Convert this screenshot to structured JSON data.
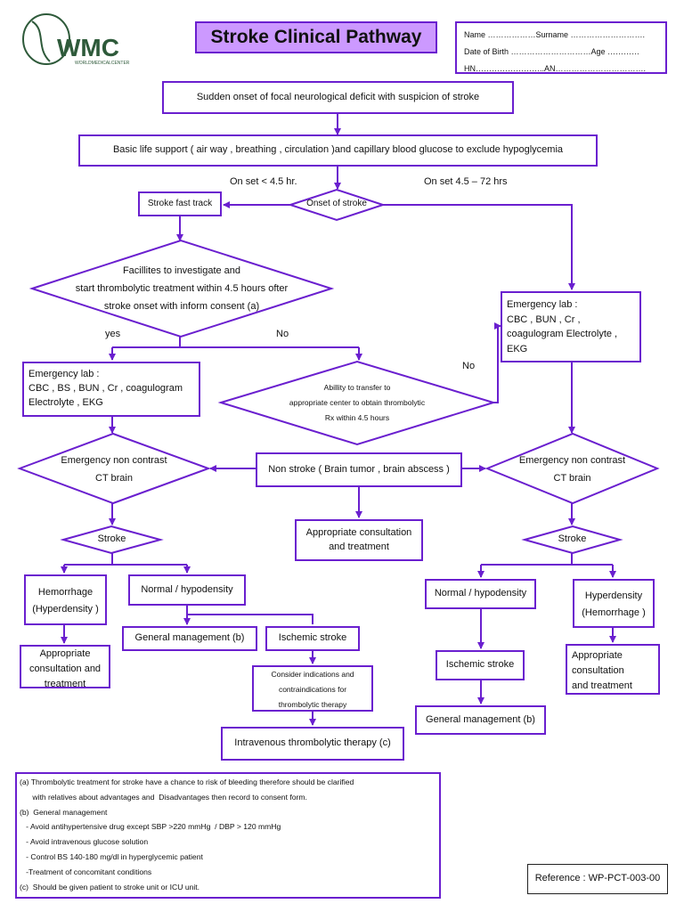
{
  "header": {
    "logo_text": "WMC",
    "logo_subtext": "WORLDMEDICALCENTER",
    "title": "Stroke Clinical Pathway",
    "patient_info": [
      "Name ………………Surname ……………………….",
      "Date of Birth …………………………Age …………",
      "HN……………………..AN……………………………."
    ]
  },
  "colors": {
    "line": "#6a1fcf",
    "title_bg": "#cc99ff",
    "logo": "#2e5a3a"
  },
  "nodes": {
    "sudden": "Sudden onset of focal neurological deficit with suspicion of stroke",
    "basic": "Basic life support ( air way , breathing , circulation )and capillary blood glucose to exclude hypoglycemia",
    "onset_lt": "On set < 4.5 hr.",
    "onset_gt": "On set 4.5 – 72 hrs",
    "fast_track": "Stroke fast track",
    "onset": "Onset of stroke",
    "facilities": [
      "Facillites to investigate and",
      "start thrombolytic treatment within 4.5 hours ofter",
      "stroke onset with inform consent (a)"
    ],
    "yes": "yes",
    "no1": "No",
    "no2": "No",
    "lab_left": [
      "Emergency lab :",
      "CBC , BS , BUN , Cr , coagulogram",
      "Electrolyte , EKG"
    ],
    "ability": [
      "Abillity to transfer to",
      "appropriate center to obtain thrombolytic",
      "Rx within 4.5 hours"
    ],
    "lab_right": [
      "Emergency lab :",
      "CBC , BUN , Cr ,",
      "coagulogram Electrolyte ,",
      "EKG"
    ],
    "ct": [
      "Emergency non contrast",
      "CT brain"
    ],
    "non_stroke": "Non stroke ( Brain tumor , brain abscess )",
    "approp": [
      "Appropriate consultation",
      "and treatment"
    ],
    "stroke": "Stroke",
    "hemorrhage": [
      "Hemorrhage",
      "(Hyperdensity )"
    ],
    "normal": "Normal / hypodensity",
    "general": "General management (b)",
    "ischemic": "Ischemic stroke",
    "approp_left": [
      "Appropriate",
      "consultation and",
      "treatment"
    ],
    "consider": [
      "Consider indications and",
      "contraindications for",
      "thrombolytic therapy"
    ],
    "iv": "Intravenous thrombolytic therapy (c)",
    "hyperdensity": [
      "Hyperdensity",
      "(Hemorrhage )"
    ],
    "approp_right": [
      "Appropriate",
      "consultation",
      "and treatment"
    ]
  },
  "notes": [
    "(a) Thrombolytic treatment for stroke have a chance to risk of bleeding therefore should be clarified",
    "      with relatives about advantages and  Disadvantages then record to consent form.",
    "(b)  General management",
    "   - Avoid antihypertensive drug except SBP >220 mmHg  / DBP > 120 mmHg",
    "   - Avoid intravenous glucose solution",
    "   - Control BS 140-180 mg/dl in hyperglycemic patient",
    "   -Treatment of concomitant conditions",
    "(c)  Should be given patient to stroke unit or ICU unit."
  ],
  "reference": "Reference : WP-PCT-003-00"
}
